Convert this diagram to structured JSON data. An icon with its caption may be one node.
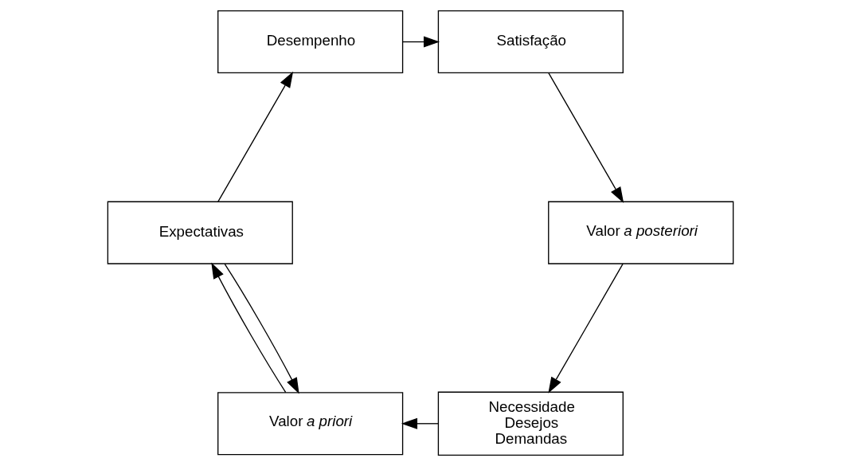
{
  "diagram": {
    "nodes": [
      {
        "text": [
          "Necessidade",
          "Desejos",
          "Demandas"
        ]
      },
      {
        "text": [
          "Valor *a priori*"
        ]
      },
      {
        "text": [
          "Expectativas"
        ]
      },
      {
        "text": [
          "Desempenho"
        ]
      },
      {
        "text": [
          "Satisfação"
        ]
      },
      {
        "text": [
          "Valor *a posteriori*"
        ]
      }
    ],
    "edges": [
      {
        "from": 0,
        "to": 1,
        "arrow": "to"
      },
      {
        "from": 1,
        "to": 2,
        "arrow": "to"
      },
      {
        "from": 2,
        "to": 1,
        "arrow": "to"
      },
      {
        "from": 2,
        "to": 3,
        "arrow": "to"
      },
      {
        "from": 3,
        "to": 4,
        "arrow": "to"
      },
      {
        "from": 4,
        "to": 5,
        "arrow": "to"
      },
      {
        "from": 5,
        "to": 0,
        "arrow": "to"
      }
    ]
  }
}
